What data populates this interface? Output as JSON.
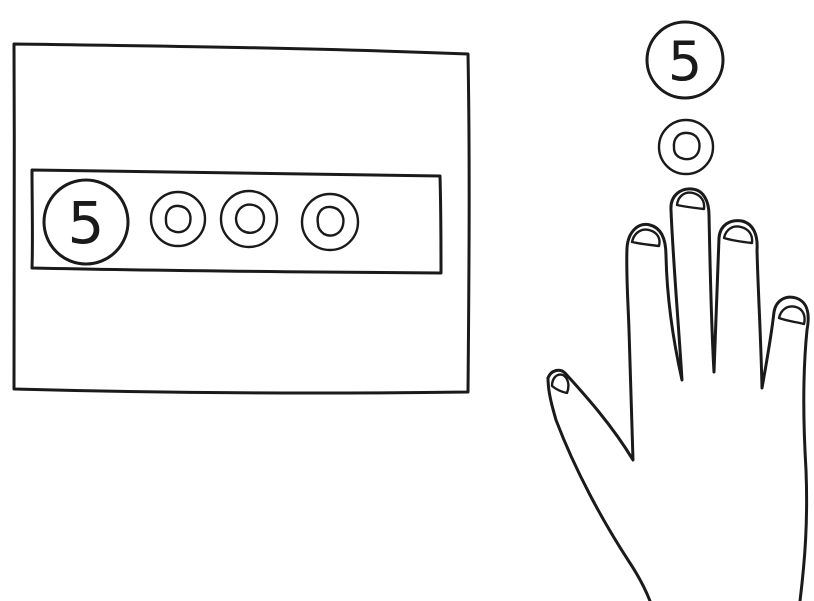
{
  "panel_badge": {
    "number": "5",
    "inner_dot_count": 3
  },
  "hand_badge": {
    "number": "5",
    "inner_dot_count": 1
  }
}
